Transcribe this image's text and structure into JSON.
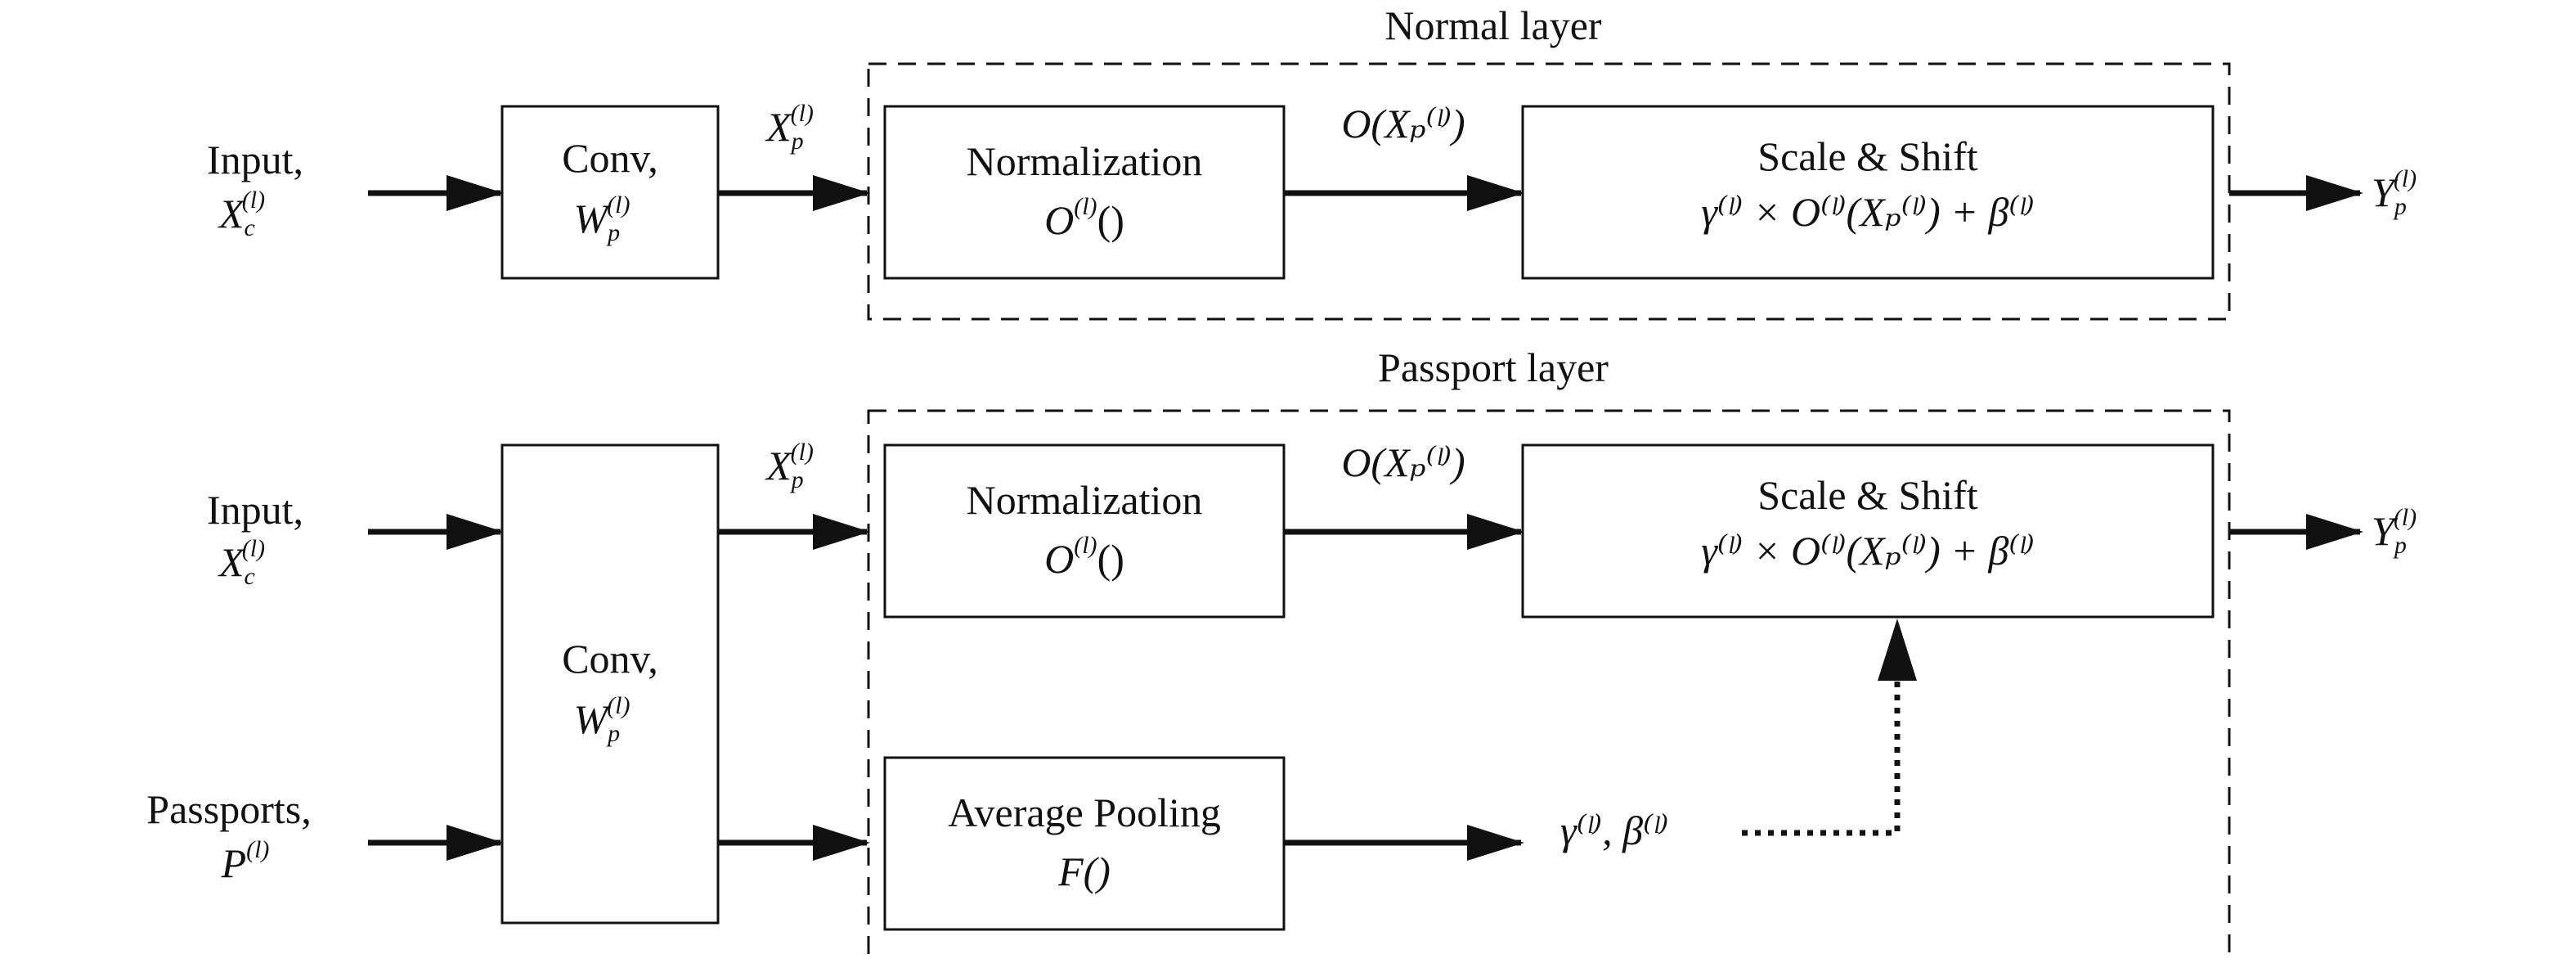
{
  "normal_layer": {
    "title": "Normal layer",
    "input": {
      "label": "Input,",
      "var": "X",
      "sup": "(l)",
      "sub": "c"
    },
    "conv": {
      "label": "Conv,",
      "var": "W",
      "sup": "(l)",
      "sub": "p"
    },
    "xp": {
      "var": "X",
      "sup": "(l)",
      "sub": "p"
    },
    "normalization": {
      "label": "Normalization",
      "var": "O",
      "sup": "(l)",
      "tail": "()"
    },
    "o_label": "O(Xₚ⁽ˡ⁾)",
    "scale_shift": {
      "label": "Scale & Shift",
      "formula": "γ⁽ˡ⁾ × O⁽ˡ⁾(Xₚ⁽ˡ⁾) + β⁽ˡ⁾"
    },
    "output": {
      "var": "Y",
      "sup": "(l)",
      "sub": "p"
    }
  },
  "passport_layer": {
    "title": "Passport layer",
    "input": {
      "label": "Input,",
      "var": "X",
      "sup": "(l)",
      "sub": "c"
    },
    "passports": {
      "label": "Passports,",
      "var": "P",
      "sup": "(l)"
    },
    "conv": {
      "label": "Conv,",
      "var": "W",
      "sup": "(l)",
      "sub": "p"
    },
    "xp": {
      "var": "X",
      "sup": "(l)",
      "sub": "p"
    },
    "normalization": {
      "label": "Normalization",
      "var": "O",
      "sup": "(l)",
      "tail": "()"
    },
    "o_label": "O(Xₚ⁽ˡ⁾)",
    "scale_shift": {
      "label": "Scale & Shift",
      "formula": "γ⁽ˡ⁾ × O⁽ˡ⁾(Xₚ⁽ˡ⁾) + β⁽ˡ⁾"
    },
    "pooling": {
      "label": "Average Pooling",
      "func": "F()"
    },
    "gamma_beta": "γ⁽ˡ⁾, β⁽ˡ⁾",
    "output": {
      "var": "Y",
      "sup": "(l)",
      "sub": "p"
    }
  }
}
